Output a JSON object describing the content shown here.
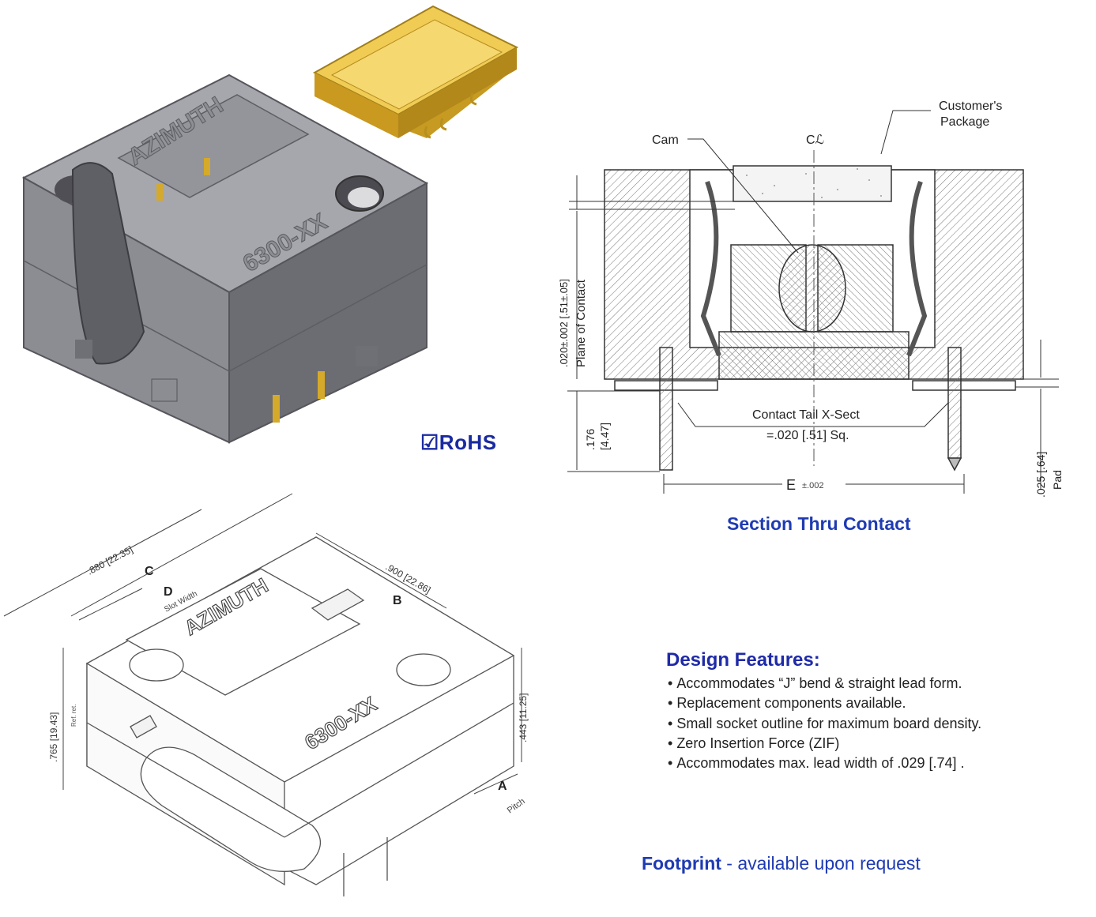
{
  "socket_photo": {
    "brand_text": "AZIMUTH",
    "part_text": "6300-XX"
  },
  "rohs": {
    "label": "☑RoHS"
  },
  "section": {
    "title": "Section Thru Contact",
    "labels": {
      "cam": "Cam",
      "centerline": "Cℒ",
      "customers_package_1": "Customer's",
      "customers_package_2": "Package",
      "plane_dim": ".020±.002 [.51±.05]",
      "plane_text": "Plane of Contact",
      "tail_dim_1": ".176",
      "tail_dim_2": "[4.47]",
      "tail_xsect_1": "Contact Tail X-Sect",
      "tail_xsect_2": "=.020 [.51] Sq.",
      "e_label": "E",
      "e_tol": "±.002",
      "pad_dim": ".025 [.64]",
      "pad_text": "Pad"
    }
  },
  "outline": {
    "brand_text": "AZIMUTH",
    "part_text": "6300-XX",
    "dim_length": ".880 [22.35]",
    "dim_width": ".900 [22.86]",
    "dim_height": ".765 [19.43]",
    "dim_height_note": "Ref. ret.",
    "dim_seat": ".443 [11.25]",
    "letter_a": "A",
    "letter_b": "B",
    "letter_c": "C",
    "letter_d": "D",
    "slot_width": "Slot Width",
    "pitch": "Pitch"
  },
  "design_features": {
    "title": "Design  Features:",
    "items": [
      "Accommodates “J” bend & straight  lead form.",
      "Replacement components available.",
      "Small socket outline for maximum board density.",
      "Zero Insertion Force (ZIF)",
      "Accommodates max. lead width of .029 [.74]  ."
    ]
  },
  "footprint": {
    "bold": "Footprint",
    "rest": " - available upon request"
  },
  "colors": {
    "accent_blue": "#1f3bb3",
    "socket_gray": "#8a8a8f",
    "package_gold": "#e0b43a"
  }
}
